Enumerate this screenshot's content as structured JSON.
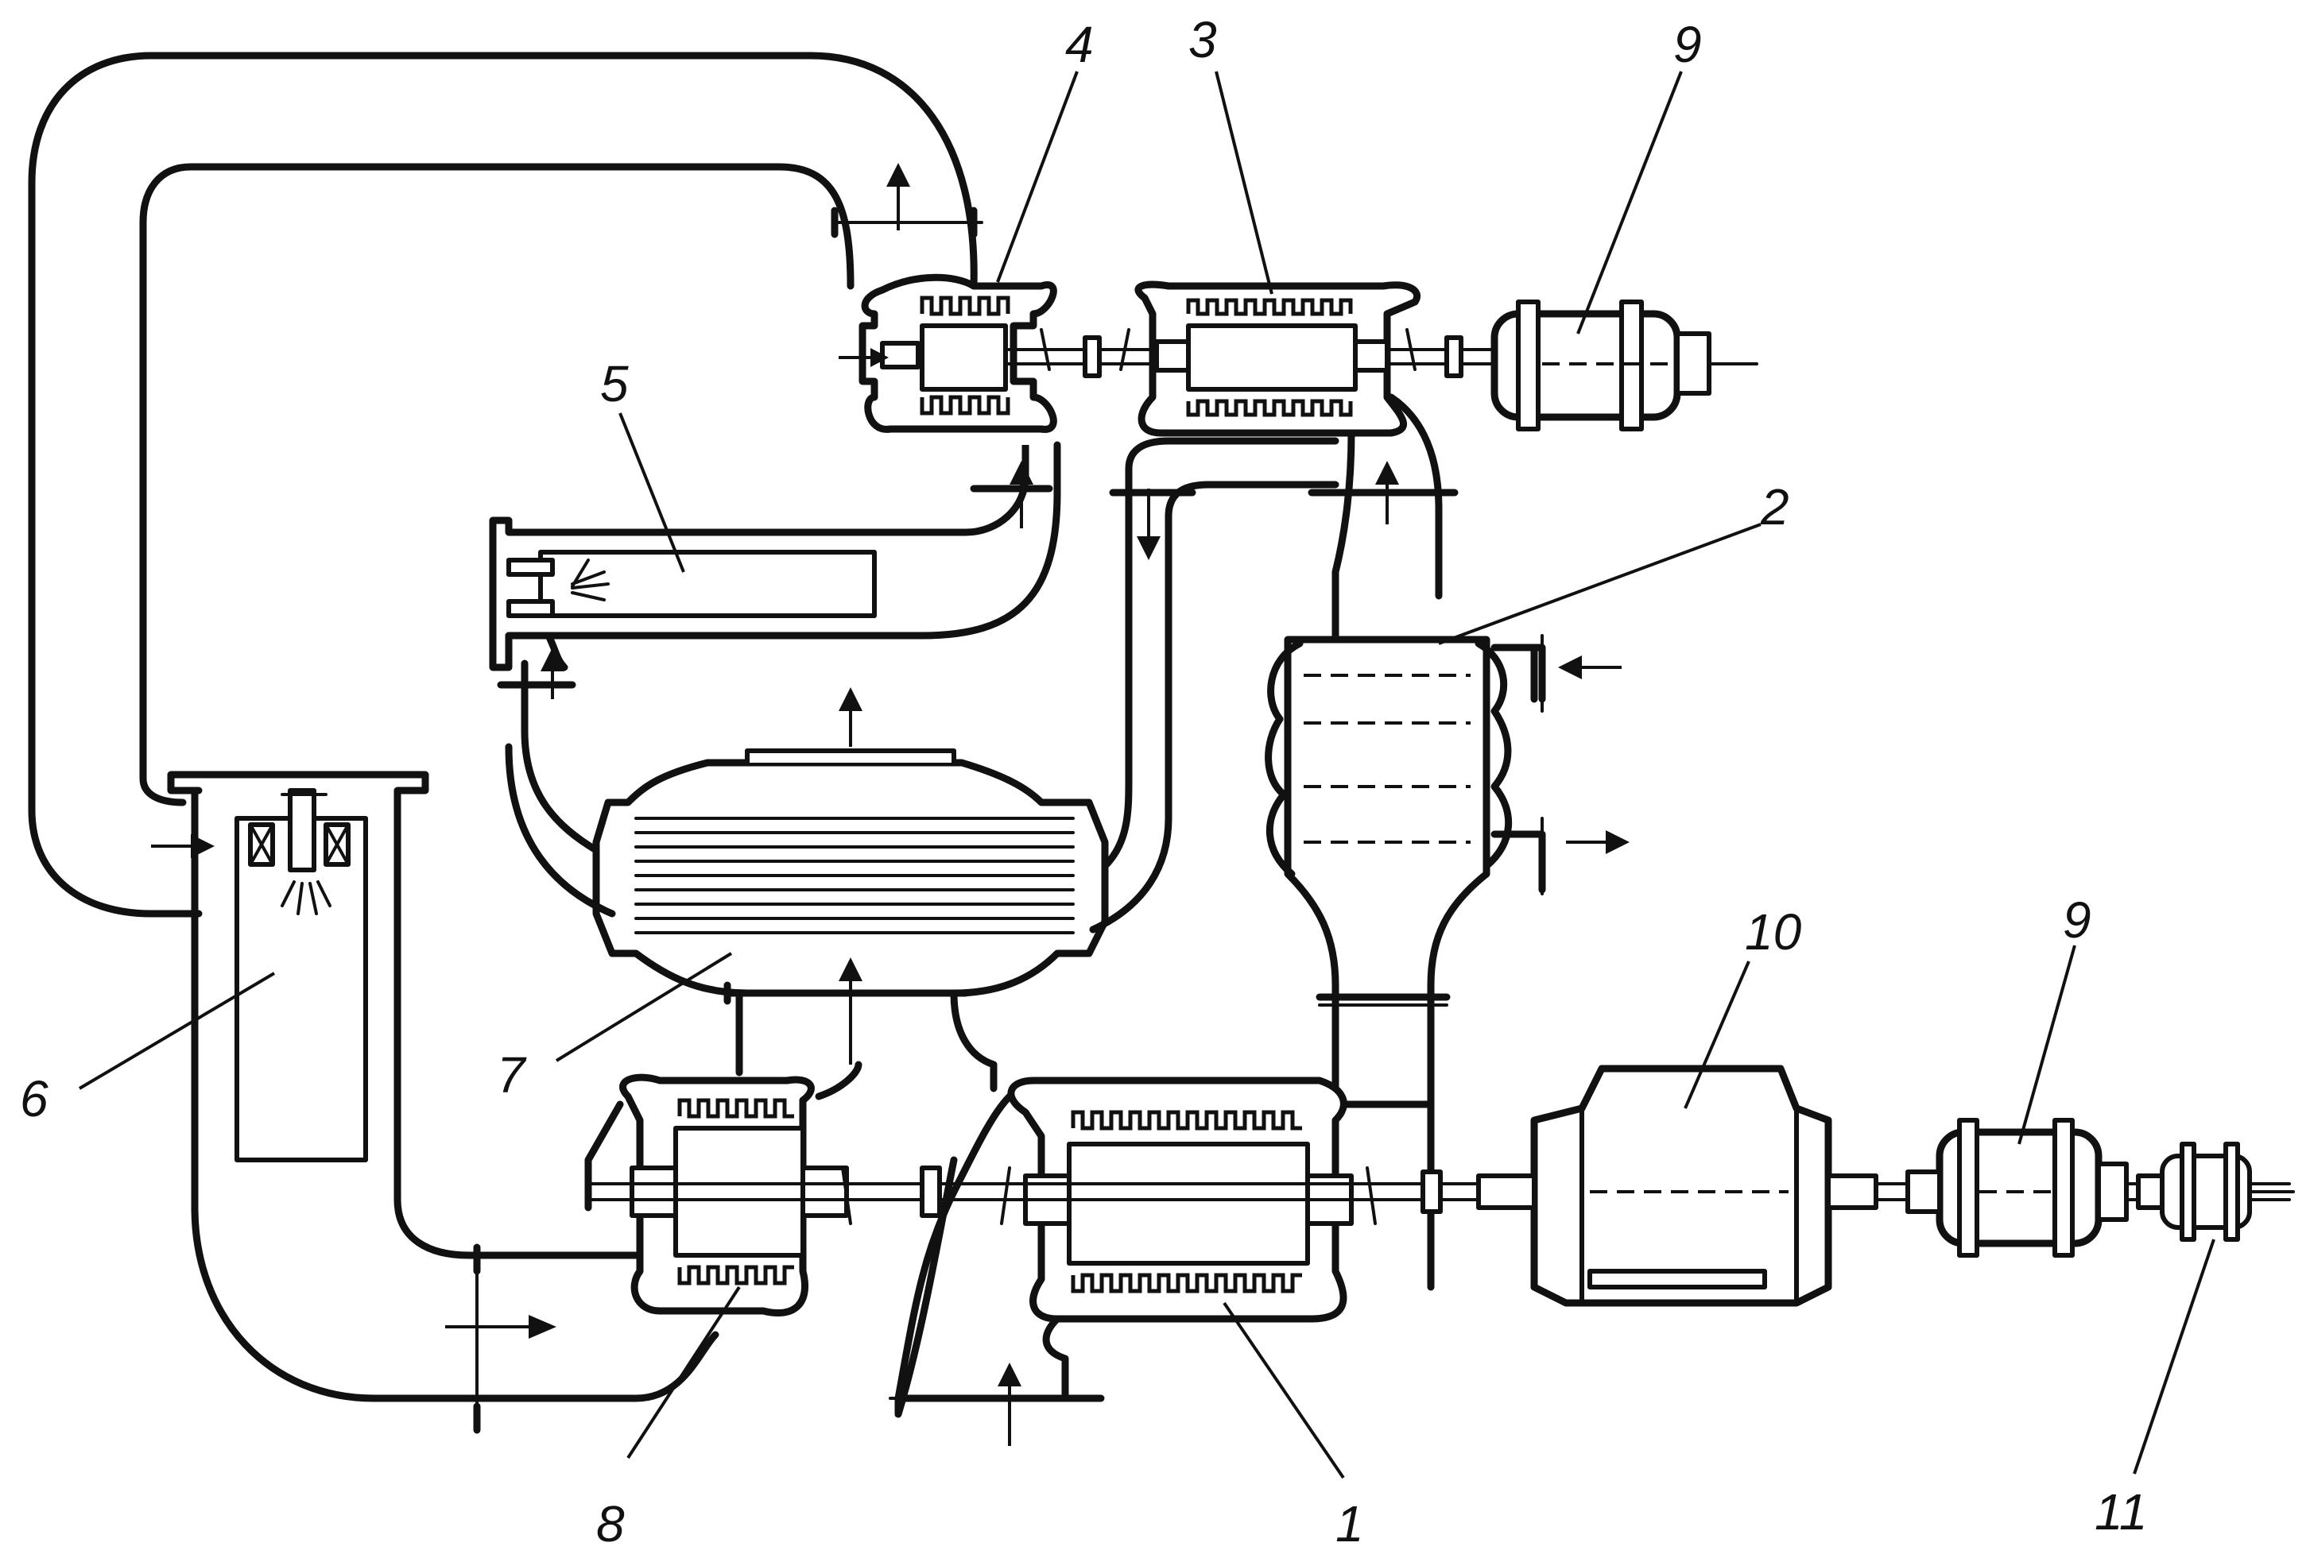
{
  "callouts": [
    {
      "id": "1",
      "text": "1"
    },
    {
      "id": "2",
      "text": "2"
    },
    {
      "id": "3",
      "text": "3"
    },
    {
      "id": "4",
      "text": "4"
    },
    {
      "id": "5",
      "text": "5"
    },
    {
      "id": "6",
      "text": "6"
    },
    {
      "id": "7",
      "text": "7"
    },
    {
      "id": "8",
      "text": "8"
    },
    {
      "id": "9a",
      "text": "9"
    },
    {
      "id": "9b",
      "text": "9"
    },
    {
      "id": "10",
      "text": "10"
    },
    {
      "id": "11",
      "text": "11"
    }
  ],
  "colors": {
    "ink": "#111111",
    "paper": "#ffffff"
  }
}
